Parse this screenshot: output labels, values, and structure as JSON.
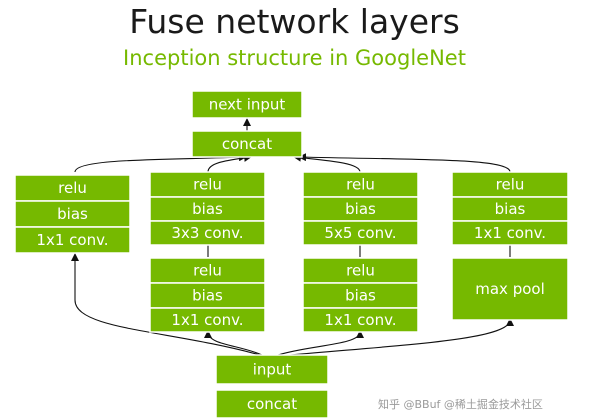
{
  "title": "Fuse network layers",
  "subtitle": "Inception structure in GoogleNet",
  "colors": {
    "accent": "#76b900",
    "text": "#ffffff",
    "line": "#111111"
  },
  "boxes": {
    "next_input": "next input",
    "concat_top": "concat",
    "b1_relu": "relu",
    "b1_bias": "bias",
    "b1_conv": "1x1 conv.",
    "b2_relu_top": "relu",
    "b2_bias_top": "bias",
    "b2_conv_top": "3x3 conv.",
    "b2_relu_bot": "relu",
    "b2_bias_bot": "bias",
    "b2_conv_bot": "1x1 conv.",
    "b3_relu_top": "relu",
    "b3_bias_top": "bias",
    "b3_conv_top": "5x5 conv.",
    "b3_relu_bot": "relu",
    "b3_bias_bot": "bias",
    "b3_conv_bot": "1x1 conv.",
    "b4_relu": "relu",
    "b4_bias": "bias",
    "b4_conv": "1x1 conv.",
    "b4_pool": "max pool",
    "input": "input",
    "concat_bottom": "concat"
  },
  "watermark": "知乎 @BBuf  @稀土掘金技术社区"
}
